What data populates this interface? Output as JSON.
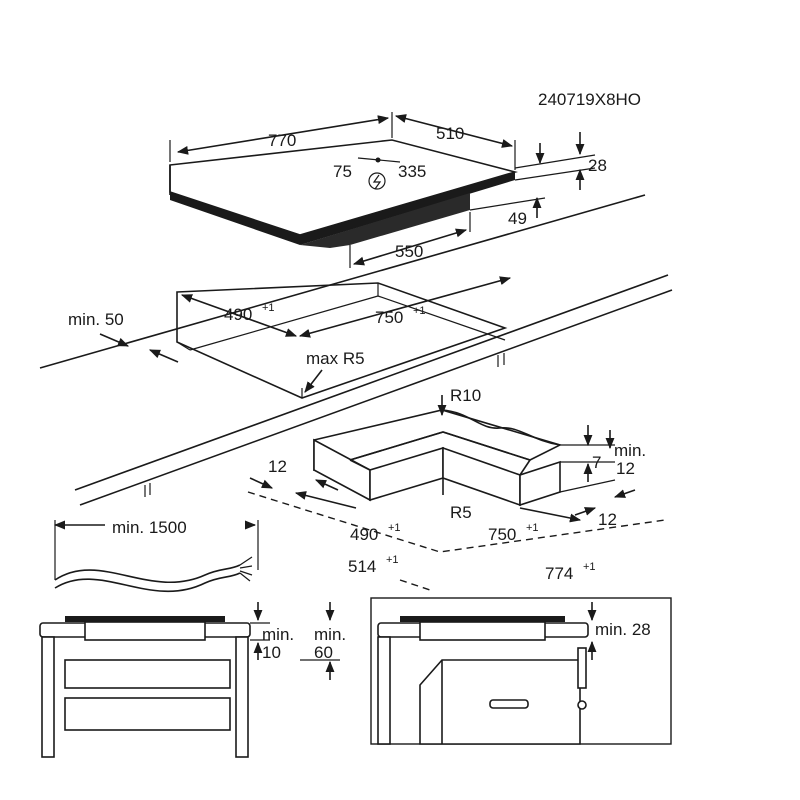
{
  "code": "240719X8HO",
  "hob": {
    "width": "770",
    "depth": "510",
    "connection_left": "75",
    "connection_right": "335",
    "thickness": "28",
    "underside_depth": "49",
    "underside_width": "550"
  },
  "cutout": {
    "min_edge": "min. 50",
    "depth": "490",
    "depth_tol": "+1",
    "width": "750",
    "width_tol": "+1",
    "corner_radius": "max R5"
  },
  "frame": {
    "outer_radius": "R10",
    "inner_radius": "R5",
    "lip_left": "12",
    "lip_right": "12",
    "step_height": "7",
    "min_label": "min.",
    "min_value": "12",
    "inner_depth": "490",
    "inner_depth_tol": "+1",
    "inner_width": "750",
    "inner_width_tol": "+1",
    "outer_depth": "514",
    "outer_depth_tol": "+1",
    "outer_width": "774",
    "outer_width_tol": "+1"
  },
  "cable": {
    "min_length": "min. 1500"
  },
  "install_drawers": {
    "label_a": "min.",
    "value_a": "10",
    "label_b": "min.",
    "value_b": "60"
  },
  "install_oven": {
    "clearance": "min. 28"
  }
}
